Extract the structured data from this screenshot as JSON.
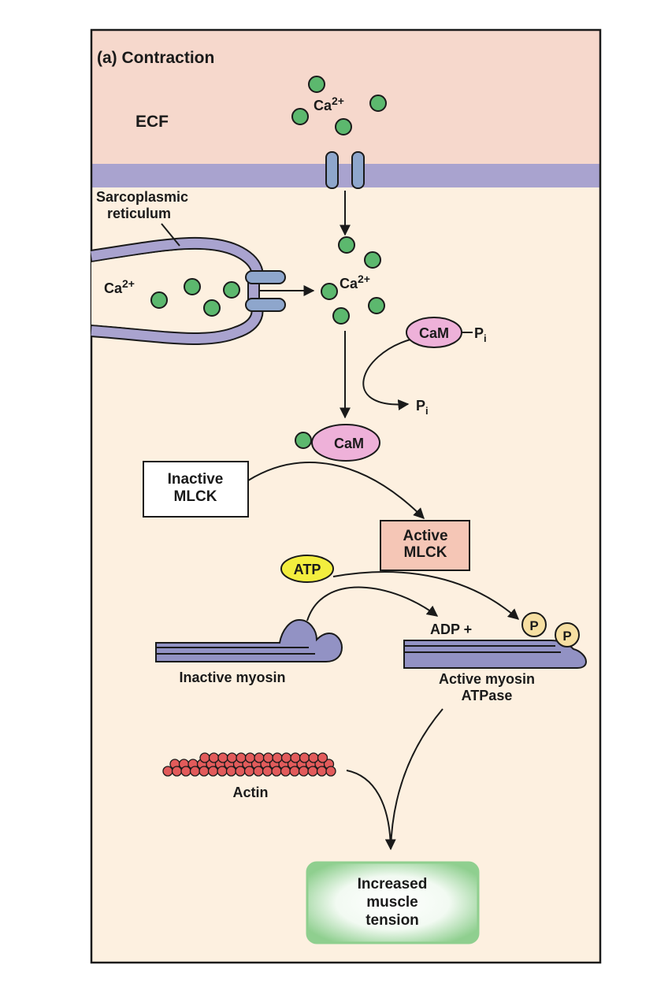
{
  "panel": {
    "title": "(a) Contraction"
  },
  "labels": {
    "ecf": "ECF",
    "sr_line1": "Sarcoplasmic",
    "sr_line2": "reticulum",
    "ca_ion": "Ca",
    "ca_charge": "2+",
    "cam": "CaM",
    "pi_base": "P",
    "pi_sub": "i",
    "inactive_mlck_line1": "Inactive",
    "inactive_mlck_line2": "MLCK",
    "active_mlck_line1": "Active",
    "active_mlck_line2": "MLCK",
    "atp": "ATP",
    "adp": "ADP +",
    "phosphate": "P",
    "inactive_myosin": "Inactive myosin",
    "active_myosin_line1": "Active myosin",
    "active_myosin_line2": "ATPase",
    "actin": "Actin",
    "result_line1": "Increased",
    "result_line2": "muscle",
    "result_line3": "tension"
  },
  "colors": {
    "ecf_fill": "#f6d8cc",
    "cytosol_fill": "#fdf0e0",
    "membrane": "#a9a3cf",
    "channel": "#8ea6cc",
    "ca_ion": "#5cb86e",
    "cam": "#eeb1d9",
    "atp": "#f3ee3e",
    "active_mlck": "#f5c6b6",
    "myosin": "#9292c4",
    "phosphate": "#f6dfa2",
    "actin": "#e25b5b",
    "result": "#b6dfb6"
  }
}
